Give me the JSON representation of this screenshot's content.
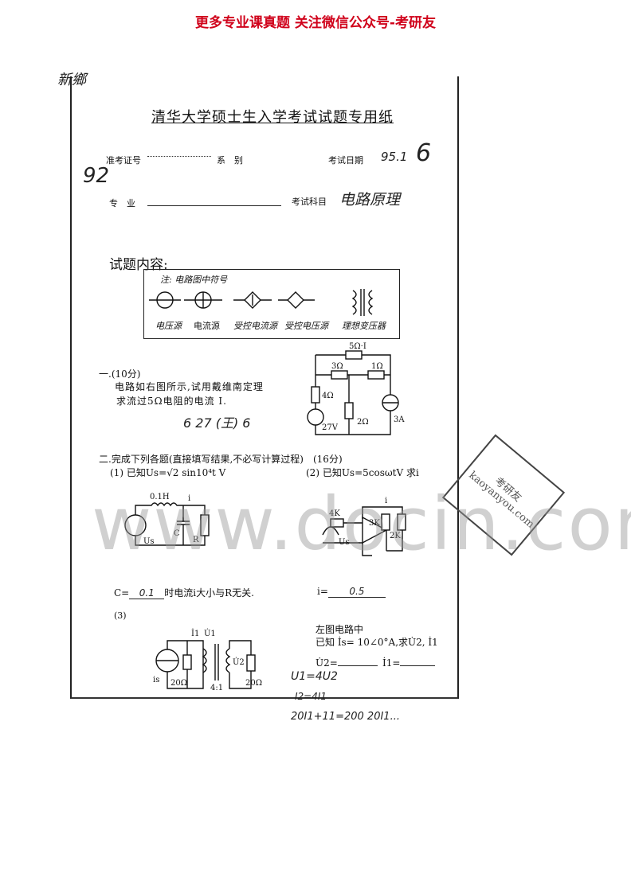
{
  "banner": "更多专业课真题 关注微信公众号-考研友",
  "watermark": "www.docin.com",
  "stamp_text": "考研友 kaoyanyou.com",
  "header": {
    "title": "清华大学硕士生入学考试试题专用纸",
    "exam_id_label": "准考证号",
    "dept_label": "系　别",
    "date_label": "考试日期",
    "date_value": "95.1",
    "major_label": "专　业",
    "subject_label": "考试科目",
    "subject_value": "电路原理"
  },
  "handwritten": {
    "top_left": "新鄉",
    "score": "92",
    "page_num": "6",
    "q1_notes": "6  27  (王)  6",
    "q2_c_answer": "0.1",
    "q2_i_answer": "0.5",
    "q3_notes_1": "U1=4U2",
    "q3_notes_2": "I2=4I1",
    "q3_notes_3": "20I1+11=200   20I1..."
  },
  "content_label": "试题内容:",
  "legend": {
    "title": "注: 电路图中符号",
    "items": [
      "电压源",
      "电流源",
      "受控电流源",
      "受控电压源",
      "理想变压器"
    ]
  },
  "q1": {
    "heading": "一.(10分)",
    "line1": "电路如右图所示,试用戴维南定理",
    "line2": "求流过5Ω电阻的电流 I.",
    "labels": {
      "r5": "5Ω·I",
      "r3": "3Ω",
      "r1": "1Ω",
      "r4": "4Ω",
      "r2": "2Ω",
      "v": "27V",
      "i": "3A"
    }
  },
  "q2": {
    "heading": "二.完成下列各题(直接填写结果,不必写计算过程)　(16分)",
    "p1": "(1) 已知Us=√2 sin10⁴t V",
    "p2": "(2) 已知Us=5cosωtV 求i",
    "c1_labels": {
      "l": "0.1H",
      "c": "C",
      "r": "R",
      "i": "i",
      "us": "Us"
    },
    "c2_labels": {
      "r4": "4K",
      "r3": "3K",
      "r2": "2K",
      "i": "i",
      "us": "Us"
    },
    "ans1_prefix": "C=",
    "ans1_suffix": "时电流i大小与R无关.",
    "ans2_prefix": "i="
  },
  "q3": {
    "heading": "(3)",
    "line1": "左图电路中",
    "line2": "已知 İs= 10∠0°A,求U̇2, İ1",
    "ans_u2": "U̇2=",
    "ans_i1": "İ1=",
    "labels": {
      "is": "is",
      "r1": "20Ω",
      "r2": "20Ω",
      "ratio": "4:1",
      "i1": "İ1",
      "u1": "U̇1",
      "u2": "U̇2"
    }
  }
}
